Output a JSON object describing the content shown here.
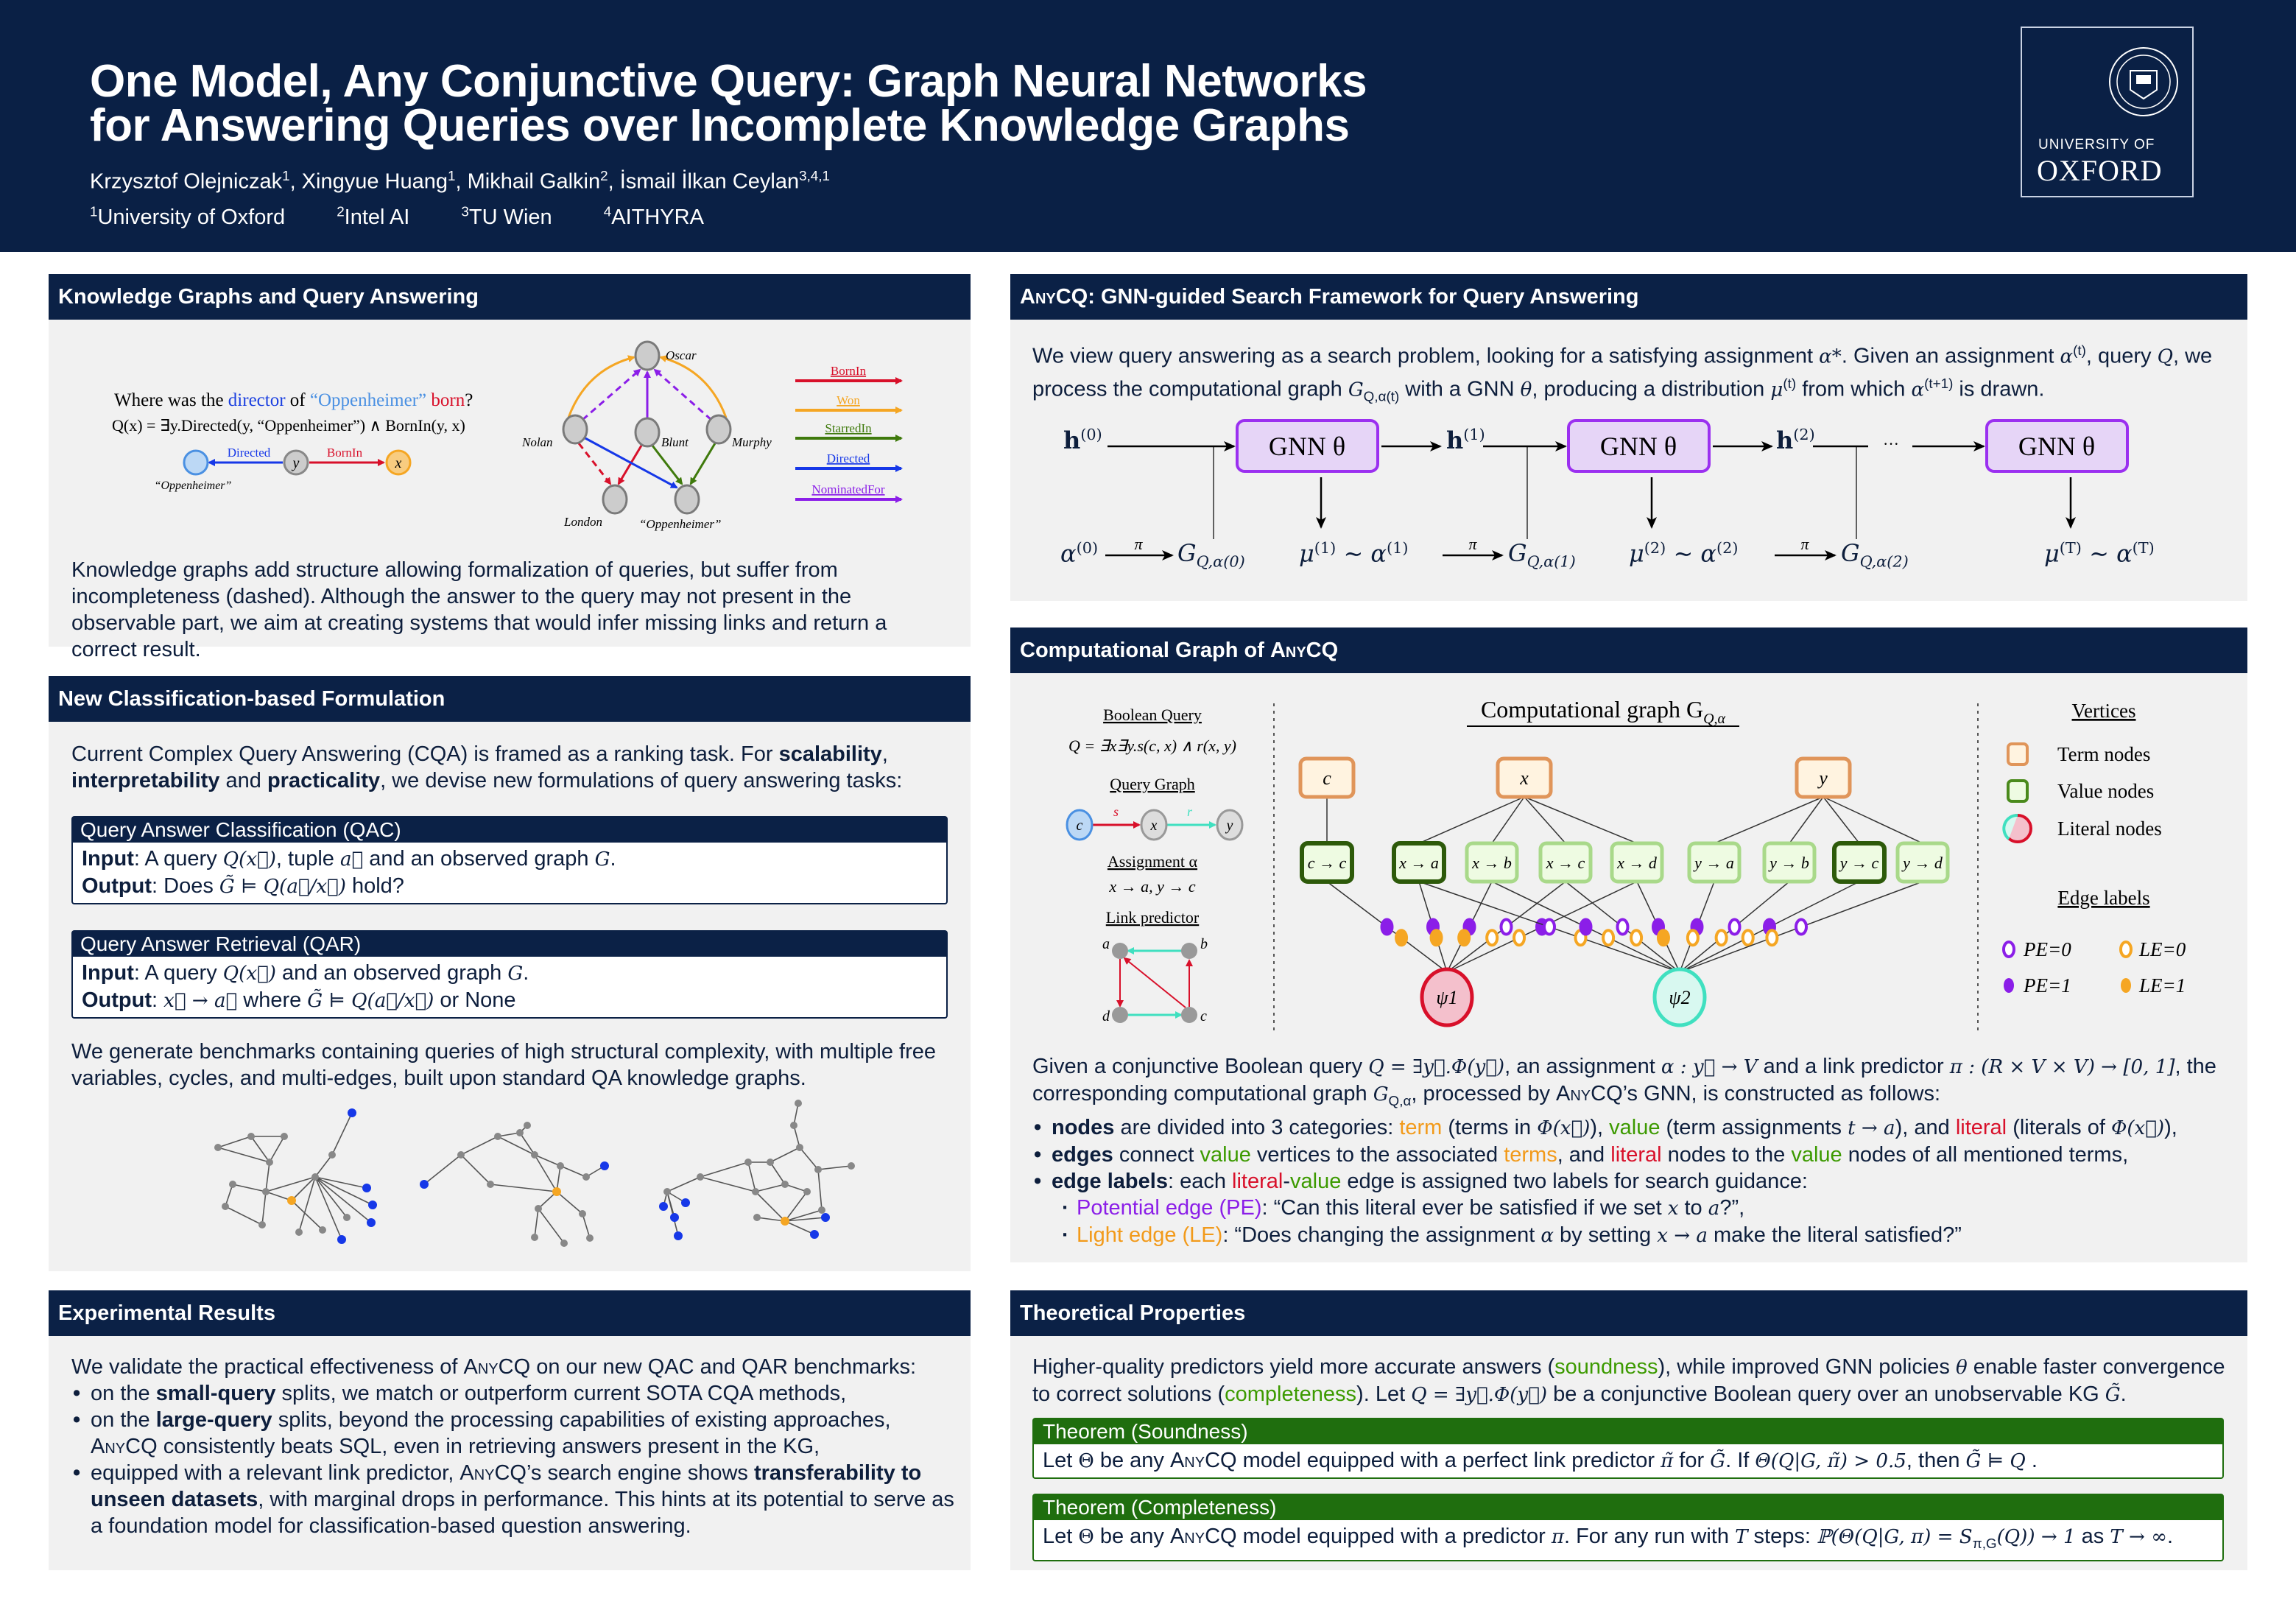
{
  "header": {
    "title_line1": "One Model, Any Conjunctive Query: Graph Neural Networks",
    "title_line2": "for Answering Queries over Incomplete Knowledge Graphs",
    "authors": [
      {
        "t": "Krzysztof Olejniczak"
      },
      {
        "t": "1",
        "c": "sup"
      },
      {
        "t": ", Xingyue Huang"
      },
      {
        "t": "1",
        "c": "sup"
      },
      {
        "t": ", Mikhail Galkin"
      },
      {
        "t": "2",
        "c": "sup"
      },
      {
        "t": ", İsmail İlkan Ceylan"
      },
      {
        "t": "3,4,1",
        "c": "sup"
      }
    ],
    "affiliations": [
      {
        "num": "1",
        "name": "University of Oxford"
      },
      {
        "num": "2",
        "name": "Intel AI"
      },
      {
        "num": "3",
        "name": "TU Wien"
      },
      {
        "num": "4",
        "name": "AITHYRA"
      }
    ],
    "logo": {
      "line1": "UNIVERSITY OF",
      "line2": "OXFORD"
    }
  },
  "kg": {
    "heading": "Knowledge Graphs and Query Answering",
    "question": [
      {
        "t": "Where was the "
      },
      {
        "t": "director",
        "c": "blue"
      },
      {
        "t": " of "
      },
      {
        "t": "“Oppenheimer”",
        "c": "lblue"
      },
      {
        "t": " "
      },
      {
        "t": "born",
        "c": "red"
      },
      {
        "t": "?"
      }
    ],
    "formula": "Q(x) = ∃y.Directed(y, “Oppenheimer”) ∧ BornIn(y, x)",
    "query_graph": {
      "nodes": [
        "",
        "y",
        "x"
      ],
      "anchor_label": "“Oppenheimer”",
      "edge_directed": "Directed",
      "edge_bornin": "BornIn"
    },
    "entities": [
      "Oscar",
      "Nolan",
      "Blunt",
      "Murphy",
      "London",
      "“Oppenheimer”"
    ],
    "legend": [
      {
        "label": "BornIn",
        "color": "#d8102a"
      },
      {
        "label": "Won",
        "color": "#f5a623"
      },
      {
        "label": "StarredIn",
        "color": "#3f7a0c"
      },
      {
        "label": "Directed",
        "color": "#1638e8"
      },
      {
        "label": "NominatedFor",
        "color": "#8b1ee8"
      }
    ],
    "paragraph": "Knowledge graphs add structure allowing formalization of queries, but suffer from incompleteness (dashed). Although the answer to the query may not present in the observable part, we aim at creating systems that would infer missing links and return a correct result."
  },
  "formulation": {
    "heading": "New Classification-based Formulation",
    "intro": [
      {
        "t": "Current Complex Query Answering (CQA) is framed as a ranking task. For "
      },
      {
        "t": "scalability",
        "c": "b"
      },
      {
        "t": ", "
      },
      {
        "t": "interpretability",
        "c": "b"
      },
      {
        "t": " and "
      },
      {
        "t": "practicality",
        "c": "b"
      },
      {
        "t": ", we devise new formulations of query answering tasks:"
      }
    ],
    "qac": {
      "title": "Query Answer Classification (QAC)",
      "input": [
        {
          "t": "Input",
          "c": "b"
        },
        {
          "t": ": A query "
        },
        {
          "t": "Q(x⃗)",
          "c": "m"
        },
        {
          "t": ", tuple "
        },
        {
          "t": "a⃗",
          "c": "m"
        },
        {
          "t": " and an observed graph "
        },
        {
          "t": "G",
          "c": "m"
        },
        {
          "t": "."
        }
      ],
      "output": [
        {
          "t": "Output",
          "c": "b"
        },
        {
          "t": ": Does "
        },
        {
          "t": "G̃ ⊨ Q(a⃗/x⃗)",
          "c": "m"
        },
        {
          "t": " hold?"
        }
      ]
    },
    "qar": {
      "title": "Query Answer Retrieval (QAR)",
      "input": [
        {
          "t": "Input",
          "c": "b"
        },
        {
          "t": ": A query "
        },
        {
          "t": "Q(x⃗)",
          "c": "m"
        },
        {
          "t": " and an observed graph "
        },
        {
          "t": "G",
          "c": "m"
        },
        {
          "t": "."
        }
      ],
      "output": [
        {
          "t": "Output",
          "c": "b"
        },
        {
          "t": ": "
        },
        {
          "t": "x⃗ → a⃗",
          "c": "m"
        },
        {
          "t": " where "
        },
        {
          "t": "G̃ ⊨ Q(a⃗/x⃗)",
          "c": "m"
        },
        {
          "t": " or None"
        }
      ]
    },
    "benchmarks": "We generate benchmarks containing queries of high structural complexity, with multiple free variables, cycles, and multi-edges, built upon standard QA knowledge graphs."
  },
  "results": {
    "heading": "Experimental Results",
    "intro": [
      {
        "t": "We validate the practical effectiveness of "
      },
      {
        "t": "AnyCQ",
        "c": "sc"
      },
      {
        "t": " on our new QAC and QAR benchmarks:"
      }
    ],
    "bullets": [
      [
        {
          "t": "on the "
        },
        {
          "t": "small-query",
          "c": "b"
        },
        {
          "t": " splits, we match or outperform current SOTA CQA methods,"
        }
      ],
      [
        {
          "t": "on the "
        },
        {
          "t": "large-query",
          "c": "b"
        },
        {
          "t": " splits, beyond the processing capabilities of existing approaches, "
        },
        {
          "t": "AnyCQ",
          "c": "sc"
        },
        {
          "t": " consistently beats SQL, even in retrieving answers present in the KG,"
        }
      ],
      [
        {
          "t": "equipped with a relevant link predictor, "
        },
        {
          "t": "AnyCQ",
          "c": "sc"
        },
        {
          "t": "’s search engine shows "
        },
        {
          "t": "transferability to unseen datasets",
          "c": "b"
        },
        {
          "t": ", with marginal drops in performance. This hints at its potential to serve as a foundation model for classification-based question answering."
        }
      ]
    ]
  },
  "anycq": {
    "heading": [
      {
        "t": "AnyCQ",
        "c": "sc"
      },
      {
        "t": ": GNN-guided Search Framework for Query Answering"
      }
    ],
    "intro": [
      {
        "t": "We view query answering as a search problem, looking for a satisfying assignment "
      },
      {
        "t": "α*",
        "c": "m"
      },
      {
        "t": ". Given an assignment "
      },
      {
        "t": "α",
        "c": "m"
      },
      {
        "t": "(t)",
        "c": "sup"
      },
      {
        "t": ", query "
      },
      {
        "t": "Q",
        "c": "m"
      },
      {
        "t": ", we process the computational graph "
      },
      {
        "t": "G",
        "c": "m"
      },
      {
        "t": "Q,α(t)",
        "c": "sub"
      },
      {
        "t": " with a GNN "
      },
      {
        "t": "θ",
        "c": "m"
      },
      {
        "t": ", producing a distribution "
      },
      {
        "t": "μ",
        "c": "m"
      },
      {
        "t": "(t)",
        "c": "sup"
      },
      {
        "t": " from which "
      },
      {
        "t": "α",
        "c": "m"
      },
      {
        "t": "(t+1)",
        "c": "sup"
      },
      {
        "t": " is drawn."
      }
    ],
    "gnn_label": "GNN θ",
    "h": [
      "(0)",
      "(1)",
      "(2)"
    ],
    "dots": "···",
    "pi": "π",
    "tilde": "∼",
    "alpha_steps": [
      "(0)",
      "(1)",
      "(2)",
      "(T)"
    ],
    "mu_steps": [
      "(1)",
      "(2)",
      "(T)"
    ],
    "graph_steps": [
      "Q,α(0)",
      "Q,α(1)",
      "Q,α(2)"
    ]
  },
  "compgraph": {
    "heading": [
      {
        "t": "Computational Graph of "
      },
      {
        "t": "AnyCQ",
        "c": "sc"
      }
    ],
    "left": {
      "boolean_query_title": "Boolean Query",
      "boolean_query": "Q = ∃x∃y.s(c, x) ∧ r(x, y)",
      "query_graph_title": "Query Graph",
      "qg_nodes": [
        "c",
        "x",
        "y"
      ],
      "qg_edges": [
        "s",
        "r"
      ],
      "assignment_title": "Assignment α",
      "assignment": "x → a, y → c",
      "link_predictor_title": "Link predictor",
      "lp_nodes": [
        "a",
        "b",
        "c",
        "d"
      ]
    },
    "title": "Computational graph G",
    "title_sub": "Q,α",
    "term_nodes": [
      "c",
      "x",
      "y"
    ],
    "value_nodes": [
      {
        "label": "c → c",
        "term": "c",
        "selected": true
      },
      {
        "label": "x → a",
        "term": "x",
        "selected": true
      },
      {
        "label": "x → b",
        "term": "x",
        "selected": false
      },
      {
        "label": "x → c",
        "term": "x",
        "selected": false
      },
      {
        "label": "x → d",
        "term": "x",
        "selected": false
      },
      {
        "label": "y → a",
        "term": "y",
        "selected": false
      },
      {
        "label": "y → b",
        "term": "y",
        "selected": false
      },
      {
        "label": "y → c",
        "term": "y",
        "selected": true
      },
      {
        "label": "y → d",
        "term": "y",
        "selected": false
      }
    ],
    "literal_nodes": [
      "ψ1",
      "ψ2"
    ],
    "literal_edges": [
      {
        "v": 0,
        "lit": 0,
        "pe": 1,
        "le": 1
      },
      {
        "v": 1,
        "lit": 0,
        "pe": 1,
        "le": 1
      },
      {
        "v": 2,
        "lit": 0,
        "pe": 1,
        "le": 1
      },
      {
        "v": 3,
        "lit": 0,
        "pe": 0,
        "le": 0
      },
      {
        "v": 4,
        "lit": 0,
        "pe": 1,
        "le": 0
      },
      {
        "v": 1,
        "lit": 1,
        "pe": 0,
        "le": 0
      },
      {
        "v": 2,
        "lit": 1,
        "pe": 1,
        "le": 0
      },
      {
        "v": 3,
        "lit": 1,
        "pe": 0,
        "le": 0
      },
      {
        "v": 4,
        "lit": 1,
        "pe": 1,
        "le": 1
      },
      {
        "v": 5,
        "lit": 1,
        "pe": 1,
        "le": 0
      },
      {
        "v": 6,
        "lit": 1,
        "pe": 0,
        "le": 0
      },
      {
        "v": 7,
        "lit": 1,
        "pe": 1,
        "le": 0
      },
      {
        "v": 8,
        "lit": 1,
        "pe": 0,
        "le": 0
      }
    ],
    "legend": {
      "vertices_title": "Vertices",
      "term": "Term nodes",
      "value": "Value nodes",
      "literal": "Literal nodes",
      "edge_title": "Edge labels",
      "pe0": "PE=0",
      "le0": "LE=0",
      "pe1": "PE=1",
      "le1": "LE=1"
    },
    "colors": {
      "pe": "#8b1ee8",
      "le": "#f5a623",
      "term_border": "#e0955a",
      "value_border": "#a9d98a",
      "value_selected": "#2d5a0a",
      "lit1": "#d8102a",
      "lit2": "#40e0c0"
    },
    "desc": [
      {
        "t": "Given a conjunctive Boolean query "
      },
      {
        "t": "Q = ∃y⃗.Φ(y⃗)",
        "c": "m"
      },
      {
        "t": ", an assignment "
      },
      {
        "t": "α : y⃗ → V",
        "c": "m"
      },
      {
        "t": " and a link predictor "
      },
      {
        "t": "π : (R × V × V) → [0, 1]",
        "c": "m"
      },
      {
        "t": ", the corresponding computational graph "
      },
      {
        "t": "G",
        "c": "m"
      },
      {
        "t": "Q,α",
        "c": "sub"
      },
      {
        "t": ", processed by "
      },
      {
        "t": "AnyCQ",
        "c": "sc"
      },
      {
        "t": "’s GNN, is constructed as follows:"
      }
    ],
    "bullets": [
      [
        {
          "t": "nodes",
          "c": "b"
        },
        {
          "t": " are divided into 3 categories: "
        },
        {
          "t": "term",
          "c": "orange"
        },
        {
          "t": " (terms in "
        },
        {
          "t": "Φ(x⃗)",
          "c": "m"
        },
        {
          "t": "), "
        },
        {
          "t": "value",
          "c": "green"
        },
        {
          "t": " (term assignments "
        },
        {
          "t": "t → a",
          "c": "m"
        },
        {
          "t": "), and "
        },
        {
          "t": "literal",
          "c": "red"
        },
        {
          "t": " (literals of "
        },
        {
          "t": "Φ(x⃗)",
          "c": "m"
        },
        {
          "t": "),"
        }
      ],
      [
        {
          "t": "edges",
          "c": "b"
        },
        {
          "t": " connect "
        },
        {
          "t": "value",
          "c": "green"
        },
        {
          "t": " vertices to the associated "
        },
        {
          "t": "terms",
          "c": "orange"
        },
        {
          "t": ", and "
        },
        {
          "t": "literal",
          "c": "red"
        },
        {
          "t": " nodes to the "
        },
        {
          "t": "value",
          "c": "green"
        },
        {
          "t": " nodes of all mentioned terms,"
        }
      ],
      [
        {
          "t": "edge labels",
          "c": "b"
        },
        {
          "t": ": each "
        },
        {
          "t": "literal",
          "c": "red"
        },
        {
          "t": "-"
        },
        {
          "t": "value",
          "c": "green"
        },
        {
          "t": " edge is assigned two labels for search guidance:"
        }
      ]
    ],
    "subbullets": [
      [
        {
          "t": "Potential edge (PE)",
          "c": "purple"
        },
        {
          "t": ": “Can this literal ever be satisfied if we set "
        },
        {
          "t": "x",
          "c": "m"
        },
        {
          "t": " to "
        },
        {
          "t": "a",
          "c": "m"
        },
        {
          "t": "?”,"
        }
      ],
      [
        {
          "t": "Light edge (LE)",
          "c": "orange"
        },
        {
          "t": ": “Does changing the assignment "
        },
        {
          "t": "α",
          "c": "m"
        },
        {
          "t": " by setting "
        },
        {
          "t": "x → a",
          "c": "m"
        },
        {
          "t": " make the literal satisfied?”"
        }
      ]
    ]
  },
  "theory": {
    "heading": "Theoretical Properties",
    "intro": [
      {
        "t": "Higher-quality predictors yield more accurate answers ("
      },
      {
        "t": "soundness",
        "c": "green"
      },
      {
        "t": "), while improved GNN policies "
      },
      {
        "t": "θ",
        "c": "m"
      },
      {
        "t": " enable faster convergence to correct solutions ("
      },
      {
        "t": "completeness",
        "c": "green"
      },
      {
        "t": "). Let "
      },
      {
        "t": "Q = ∃y⃗.Φ(y⃗)",
        "c": "m"
      },
      {
        "t": " be a conjunctive Boolean query over an unobservable KG "
      },
      {
        "t": "G̃",
        "c": "m"
      },
      {
        "t": "."
      }
    ],
    "soundness": {
      "title": "Theorem (Soundness)",
      "body": [
        {
          "t": "Let "
        },
        {
          "t": "Θ",
          "c": "mr"
        },
        {
          "t": " be any "
        },
        {
          "t": "AnyCQ",
          "c": "sc"
        },
        {
          "t": " model equipped with a perfect link predictor "
        },
        {
          "t": "π̃",
          "c": "m"
        },
        {
          "t": " for "
        },
        {
          "t": "G̃",
          "c": "m"
        },
        {
          "t": ". If "
        },
        {
          "t": "Θ(Q|G, π̃) > 0.5",
          "c": "m"
        },
        {
          "t": ", then "
        },
        {
          "t": "G̃ ⊨ Q",
          "c": "m"
        },
        {
          "t": " ."
        }
      ]
    },
    "completeness": {
      "title": "Theorem (Completeness)",
      "body": [
        {
          "t": "Let "
        },
        {
          "t": "Θ",
          "c": "mr"
        },
        {
          "t": " be any "
        },
        {
          "t": "AnyCQ",
          "c": "sc"
        },
        {
          "t": " model equipped with a predictor "
        },
        {
          "t": "π",
          "c": "m"
        },
        {
          "t": ". For any run with "
        },
        {
          "t": "T",
          "c": "m"
        },
        {
          "t": " steps: "
        },
        {
          "t": "ℙ(Θ(Q|G, π) = S",
          "c": "m"
        },
        {
          "t": "π,G",
          "c": "sub"
        },
        {
          "t": "(Q)) → 1",
          "c": "m"
        },
        {
          "t": " as "
        },
        {
          "t": "T → ∞",
          "c": "m"
        },
        {
          "t": "."
        }
      ]
    }
  }
}
